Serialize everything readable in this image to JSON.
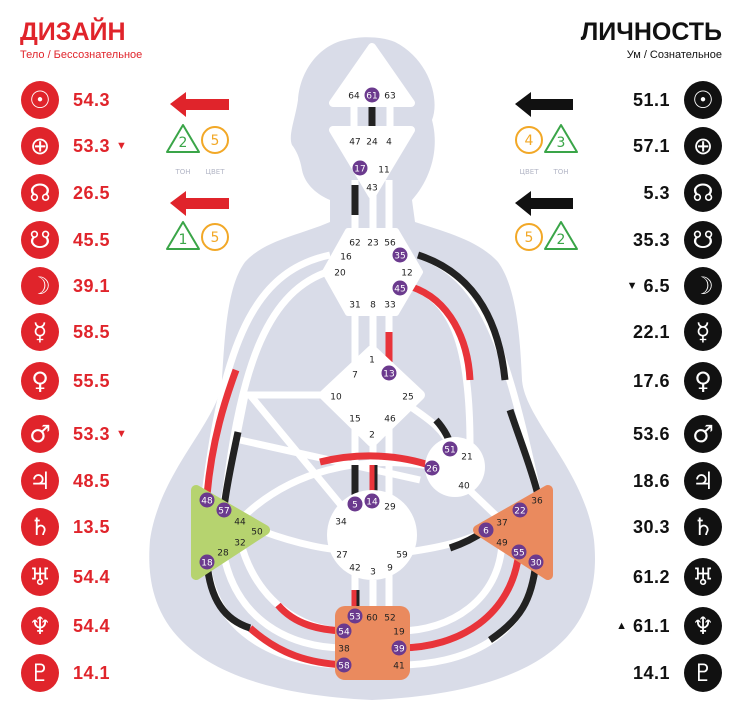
{
  "design": {
    "title": "ДИЗАЙН",
    "subtitle": "Тело / Бессознательное",
    "color": "#e0242b",
    "planets": [
      {
        "name": "sun",
        "symbol": "☉",
        "value": "54.3",
        "mark": ""
      },
      {
        "name": "earth",
        "symbol": "⊕",
        "value": "53.3",
        "mark": "▼"
      },
      {
        "name": "north-node",
        "symbol": "☊",
        "value": "26.5",
        "mark": ""
      },
      {
        "name": "south-node",
        "symbol": "☋",
        "value": "45.5",
        "mark": ""
      },
      {
        "name": "moon",
        "symbol": "☽",
        "value": "39.1",
        "mark": ""
      },
      {
        "name": "mercury",
        "symbol": "☿",
        "value": "58.5",
        "mark": ""
      },
      {
        "name": "venus",
        "symbol": "♀",
        "value": "55.5",
        "mark": ""
      },
      {
        "name": "mars",
        "symbol": "♂",
        "value": "53.3",
        "mark": "▼"
      },
      {
        "name": "jupiter",
        "symbol": "♃",
        "value": "48.5",
        "mark": ""
      },
      {
        "name": "saturn",
        "symbol": "♄",
        "value": "13.5",
        "mark": ""
      },
      {
        "name": "uranus",
        "symbol": "♅",
        "value": "54.4",
        "mark": ""
      },
      {
        "name": "neptune",
        "symbol": "♆",
        "value": "54.4",
        "mark": ""
      },
      {
        "name": "pluto",
        "symbol": "♇",
        "value": "14.1",
        "mark": ""
      }
    ],
    "variables": [
      {
        "tone": "2",
        "color": "5"
      },
      {
        "tone": "1",
        "color": "5"
      }
    ],
    "tone_label": "ТОН",
    "color_label": "ЦВЕТ"
  },
  "personality": {
    "title": "ЛИЧНОСТЬ",
    "subtitle": "Ум / Сознательное",
    "color": "#111111",
    "planets": [
      {
        "name": "sun",
        "symbol": "☉",
        "value": "51.1",
        "mark": ""
      },
      {
        "name": "earth",
        "symbol": "⊕",
        "value": "57.1",
        "mark": ""
      },
      {
        "name": "north-node",
        "symbol": "☊",
        "value": "5.3",
        "mark": ""
      },
      {
        "name": "south-node",
        "symbol": "☋",
        "value": "35.3",
        "mark": ""
      },
      {
        "name": "moon",
        "symbol": "☽",
        "value": "6.5",
        "mark": "▼"
      },
      {
        "name": "mercury",
        "symbol": "☿",
        "value": "22.1",
        "mark": ""
      },
      {
        "name": "venus",
        "symbol": "♀",
        "value": "17.6",
        "mark": ""
      },
      {
        "name": "mars",
        "symbol": "♂",
        "value": "53.6",
        "mark": ""
      },
      {
        "name": "jupiter",
        "symbol": "♃",
        "value": "18.6",
        "mark": ""
      },
      {
        "name": "saturn",
        "symbol": "♄",
        "value": "30.3",
        "mark": ""
      },
      {
        "name": "uranus",
        "symbol": "♅",
        "value": "61.2",
        "mark": ""
      },
      {
        "name": "neptune",
        "symbol": "♆",
        "value": "61.1",
        "mark": "▲"
      },
      {
        "name": "pluto",
        "symbol": "♇",
        "value": "14.1",
        "mark": ""
      }
    ],
    "variables": [
      {
        "tone": "3",
        "color": "4"
      },
      {
        "tone": "2",
        "color": "5"
      }
    ],
    "tone_label": "ТОН",
    "color_label": "ЦВЕТ"
  },
  "colors": {
    "gate_active": "#6b3a8e",
    "tone": "#3aa548",
    "color_var": "#f2a827",
    "spleen": "#b6d36f",
    "motor": "#ea8a5e",
    "body": "#d9dce8"
  },
  "centers": {
    "head": {
      "gates": [
        {
          "n": "64"
        },
        {
          "n": "61",
          "active": true
        },
        {
          "n": "63"
        }
      ]
    },
    "ajna": {
      "gates": [
        {
          "n": "47"
        },
        {
          "n": "24"
        },
        {
          "n": "4"
        },
        {
          "n": "17",
          "active": true
        },
        {
          "n": "11"
        },
        {
          "n": "43"
        }
      ]
    },
    "throat": {
      "gates": [
        {
          "n": "62"
        },
        {
          "n": "23"
        },
        {
          "n": "56"
        },
        {
          "n": "16"
        },
        {
          "n": "35",
          "active": true
        },
        {
          "n": "20"
        },
        {
          "n": "12"
        },
        {
          "n": "45",
          "active": true
        },
        {
          "n": "31"
        },
        {
          "n": "8"
        },
        {
          "n": "33"
        }
      ]
    },
    "g": {
      "gates": [
        {
          "n": "1"
        },
        {
          "n": "7"
        },
        {
          "n": "13",
          "active": true
        },
        {
          "n": "10"
        },
        {
          "n": "25"
        },
        {
          "n": "15"
        },
        {
          "n": "46"
        },
        {
          "n": "2"
        }
      ]
    },
    "ego": {
      "gates": [
        {
          "n": "51",
          "active": true
        },
        {
          "n": "21"
        },
        {
          "n": "26",
          "active": true
        },
        {
          "n": "40"
        }
      ]
    },
    "spleen": {
      "gates": [
        {
          "n": "48",
          "active": true
        },
        {
          "n": "57",
          "active": true
        },
        {
          "n": "44"
        },
        {
          "n": "50"
        },
        {
          "n": "32"
        },
        {
          "n": "28"
        },
        {
          "n": "18",
          "active": true
        }
      ]
    },
    "sacral": {
      "gates": [
        {
          "n": "5",
          "active": true
        },
        {
          "n": "14",
          "active": true
        },
        {
          "n": "29"
        },
        {
          "n": "34"
        },
        {
          "n": "27"
        },
        {
          "n": "59"
        },
        {
          "n": "42"
        },
        {
          "n": "3"
        },
        {
          "n": "9"
        }
      ]
    },
    "solar": {
      "gates": [
        {
          "n": "36"
        },
        {
          "n": "22",
          "active": true
        },
        {
          "n": "37"
        },
        {
          "n": "6",
          "active": true
        },
        {
          "n": "49"
        },
        {
          "n": "55",
          "active": true
        },
        {
          "n": "30",
          "active": true
        }
      ]
    },
    "root": {
      "gates": [
        {
          "n": "53",
          "active": true
        },
        {
          "n": "60"
        },
        {
          "n": "52"
        },
        {
          "n": "54",
          "active": true
        },
        {
          "n": "19"
        },
        {
          "n": "38"
        },
        {
          "n": "39",
          "active": true
        },
        {
          "n": "58",
          "active": true
        },
        {
          "n": "41"
        }
      ]
    }
  }
}
